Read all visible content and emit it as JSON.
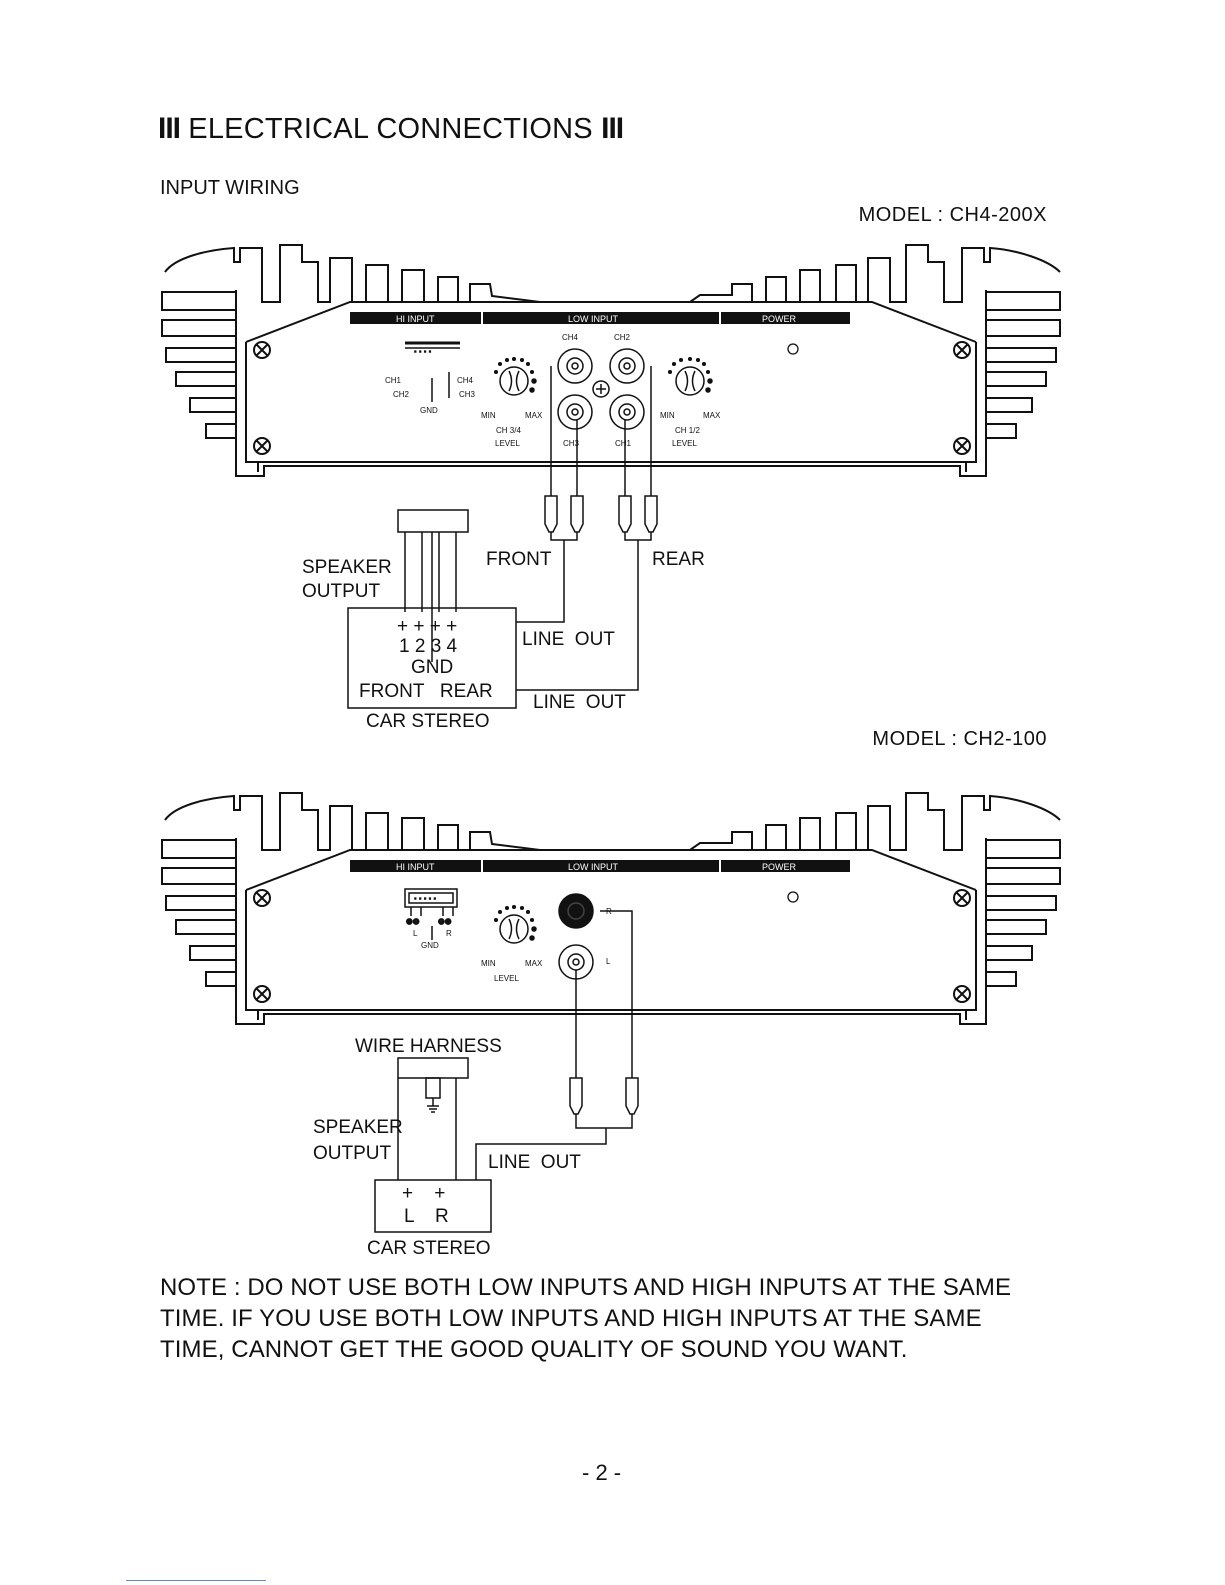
{
  "header": {
    "bars": "III",
    "title": "ELECTRICAL CONNECTIONS",
    "subtitle": "INPUT WIRING"
  },
  "diagram1": {
    "model": "MODEL : CH4-200X",
    "panel": {
      "hi_input": "HI INPUT",
      "low_input": "LOW INPUT",
      "power": "POWER",
      "ch4": "CH4",
      "ch2": "CH2",
      "ch3": "CH3",
      "ch1": "CH1",
      "hi_ch1": "CH1",
      "hi_ch2": "CH2",
      "hi_ch4": "CH4",
      "hi_ch3": "CH3",
      "gnd": "GND",
      "min_a": "MIN",
      "max_a": "MAX",
      "level_name_a": "CH 3/4",
      "level_a": "LEVEL",
      "min_b": "MIN",
      "max_b": "MAX",
      "level_name_b": "CH 1/2",
      "level_b": "LEVEL"
    },
    "labels": {
      "speaker": "SPEAKER",
      "output": "OUTPUT",
      "front": "FRONT",
      "rear": "REAR",
      "plus_signs": "+ + + +",
      "numbers": "1 2 3 4",
      "gnd": "GND",
      "front_rear": "FRONT   REAR",
      "car_stereo": "CAR STEREO",
      "line_out_1": "LINE  OUT",
      "line_out_2": "LINE  OUT"
    }
  },
  "diagram2": {
    "model": "MODEL : CH2-100",
    "panel": {
      "hi_input": "HI INPUT",
      "low_input": "LOW INPUT",
      "power": "POWER",
      "l": "L",
      "r": "R",
      "gnd": "GND",
      "min": "MIN",
      "max": "MAX",
      "level": "LEVEL",
      "rca_r": "R",
      "rca_l": "L"
    },
    "labels": {
      "wire_harness": "WIRE HARNESS",
      "speaker": "SPEAKER",
      "output": "OUTPUT",
      "line_out": "LINE  OUT",
      "plus_signs": "+    +",
      "lr": "L    R",
      "car_stereo": "CAR STEREO"
    }
  },
  "note": {
    "line1": "NOTE : DO NOT USE BOTH LOW INPUTS AND HIGH INPUTS AT THE SAME",
    "line2": "TIME. IF YOU USE BOTH LOW INPUTS AND HIGH INPUTS AT THE SAME",
    "line3": "TIME, CANNOT GET THE GOOD QUALITY OF SOUND YOU WANT."
  },
  "page_number": "- 2 -"
}
